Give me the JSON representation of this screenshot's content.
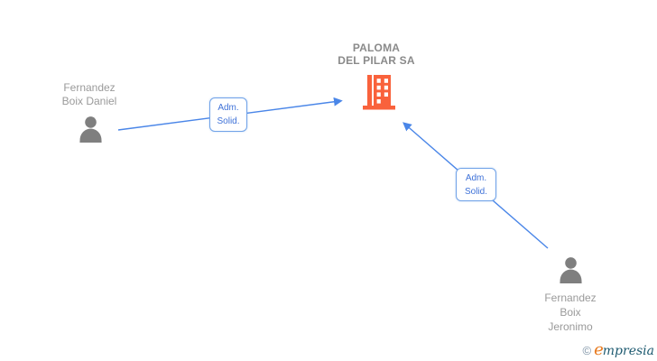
{
  "company": {
    "name": "PALOMA DEL PILAR SA",
    "lines": [
      "PALOMA",
      "DEL PILAR SA"
    ]
  },
  "persons": [
    {
      "name": "Fernandez Boix Daniel",
      "lines": [
        "Fernandez",
        "Boix Daniel"
      ]
    },
    {
      "name": "Fernandez Boix Jeronimo",
      "lines": [
        "Fernandez",
        "Boix",
        "Jeronimo"
      ]
    }
  ],
  "edges": [
    {
      "from": "Fernandez Boix Daniel",
      "to": "PALOMA DEL PILAR SA",
      "label": [
        "Adm.",
        "Solid."
      ]
    },
    {
      "from": "Fernandez Boix Jeronimo",
      "to": "PALOMA DEL PILAR SA",
      "label": [
        "Adm.",
        "Solid."
      ]
    }
  ],
  "watermark": {
    "copyright": "©",
    "brand_initial": "e",
    "brand_rest": "mpresia",
    "brand": "empresia"
  },
  "colors": {
    "edge": "#4a86e8",
    "box-border": "#71a3e8",
    "box-text": "#3f72d8",
    "company-text": "#8a8a8a",
    "person-text": "#9a9a9a",
    "person-icon": "#7f7f7f",
    "building-orange": "#f9623c",
    "logo-copyright": "#7e93a6",
    "logo-initial": "#e87a1e",
    "logo-brand": "#1d5a70",
    "bg": "#ffffff"
  }
}
